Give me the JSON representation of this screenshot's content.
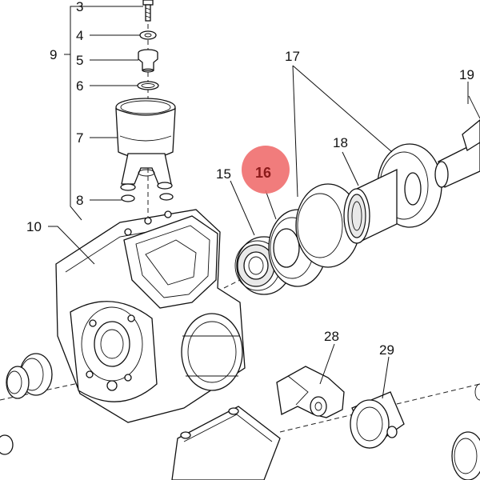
{
  "diagram": {
    "labels": {
      "p3": "3",
      "p4": "4",
      "p5": "5",
      "p6": "6",
      "p7": "7",
      "p8": "8",
      "p9": "9",
      "p10": "10",
      "p15": "15",
      "p16": "16",
      "p17": "17",
      "p18": "18",
      "p19": "19",
      "p28": "28",
      "p29": "29"
    },
    "highlighted_part": "16",
    "colors": {
      "highlight": "#f06e6e",
      "line": "#111111",
      "background": "#ffffff"
    }
  }
}
